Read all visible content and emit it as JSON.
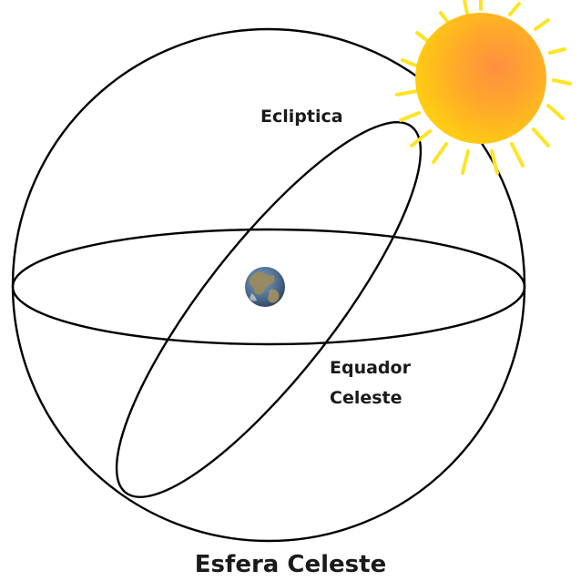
{
  "labels": {
    "ecliptic": "Ecliptica",
    "equator_line1": "Equador",
    "equator_line2": "Celeste",
    "sphere": "Esfera Celeste"
  },
  "colors": {
    "line": "#000000",
    "sun_core": "#ff9a3c",
    "sun_mid": "#ffb324",
    "sun_edge": "#ffd21a",
    "sun_rays": "#ffe22a",
    "earth_ocean": "#4f6f93",
    "earth_land": "#9a8a5a",
    "text": "#1a1a1a"
  },
  "icons": {
    "sun": "sun-icon",
    "earth": "earth-icon"
  }
}
